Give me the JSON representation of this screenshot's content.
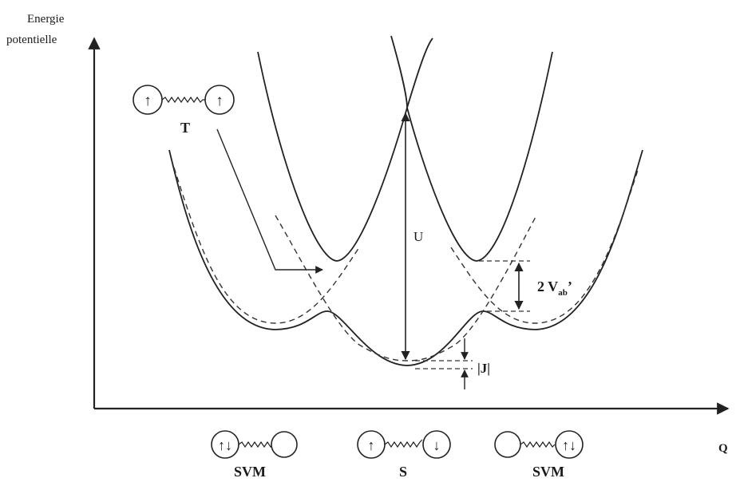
{
  "axes": {
    "y_label_line1": "Energie",
    "y_label_line2": "potentielle",
    "x_label": "Q"
  },
  "annotations": {
    "U": "U",
    "V_prefix": "2 V",
    "V_sub": "ab",
    "V_suffix": "’",
    "J": "|J|",
    "T": "T"
  },
  "states": [
    {
      "label": "SVM",
      "left_spin": "↑↓",
      "right_spin": ""
    },
    {
      "label": "S",
      "left_spin": "↑",
      "right_spin": "↓"
    },
    {
      "label": "SVM",
      "left_spin": "",
      "right_spin": "↑↓"
    }
  ],
  "triplet": {
    "label": "T",
    "left_spin": "↑",
    "right_spin": "↑"
  }
}
